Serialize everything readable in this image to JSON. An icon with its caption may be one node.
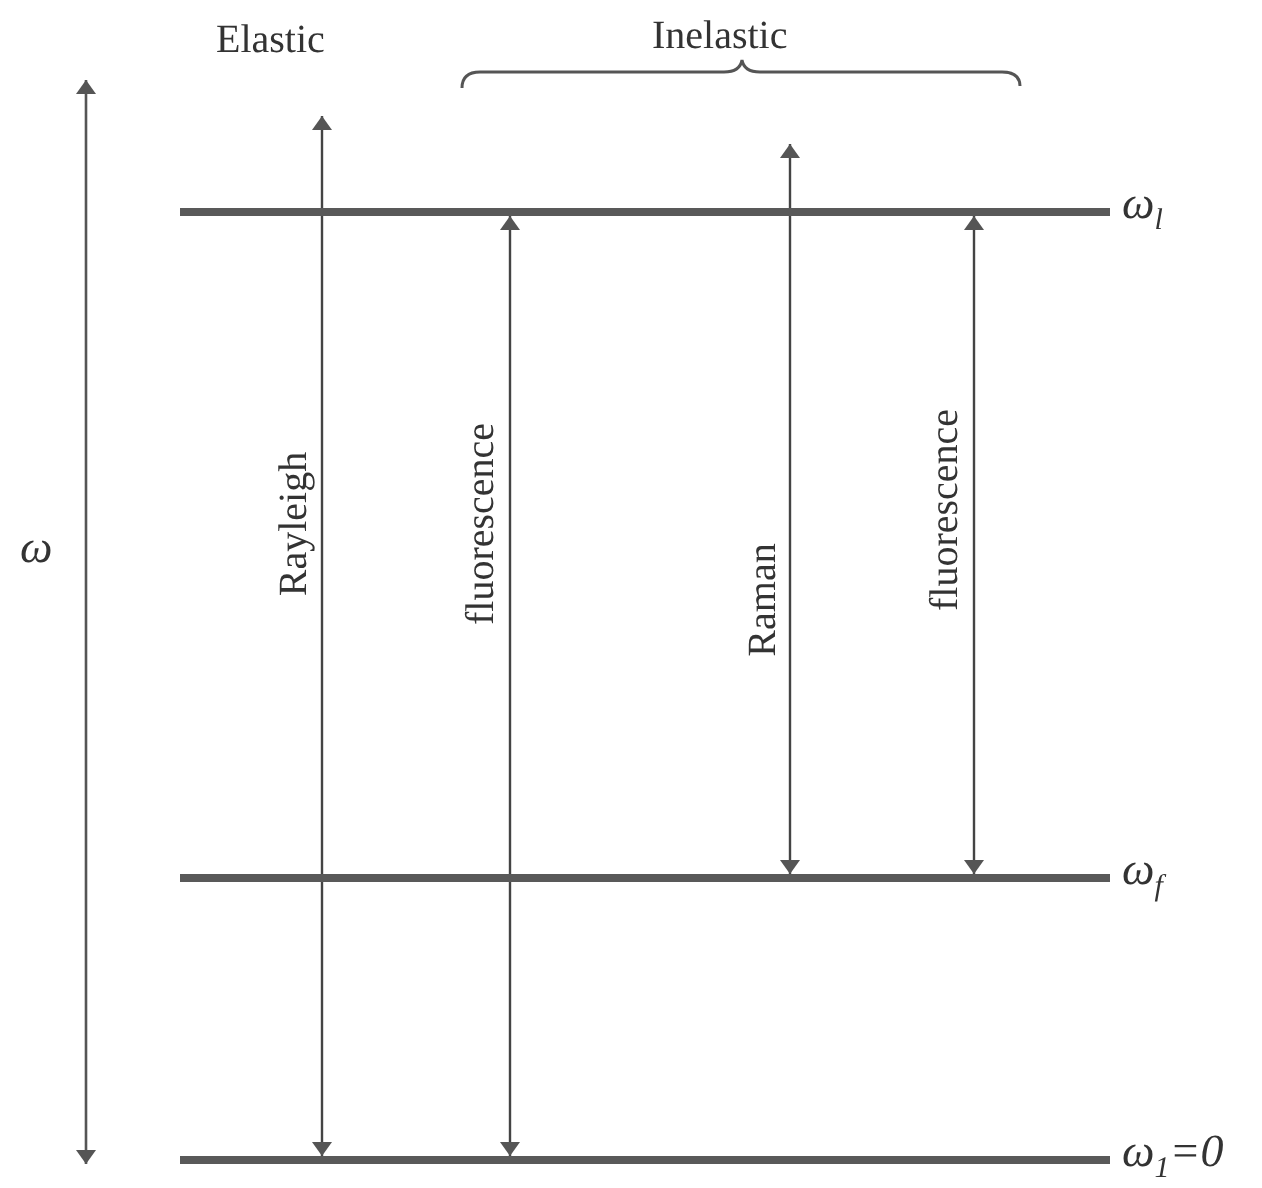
{
  "diagram": {
    "nodes": [
      {
        "text": [],
        "shape": "bar",
        "beside": [
          "ω$_{l}$"
        ]
      },
      {
        "text": [],
        "shape": "bar",
        "beside": [
          "ω$_{f}$"
        ]
      },
      {
        "text": [],
        "shape": "bar",
        "beside": [
          "ω$_{1}$=0"
        ]
      }
    ],
    "edges": [
      {
        "from": null,
        "to": 2,
        "arrow": "both",
        "label": "Rayleigh"
      },
      {
        "from": 2,
        "to": 0,
        "arrow": "both",
        "label": "fluorescence"
      },
      {
        "from": null,
        "to": 1,
        "arrow": "both",
        "label": "Raman"
      },
      {
        "from": 0,
        "to": 1,
        "arrow": "both",
        "label": "fluorescence"
      }
    ],
    "labels": [
      "Elastic",
      "Inelastic",
      "ω"
    ]
  }
}
